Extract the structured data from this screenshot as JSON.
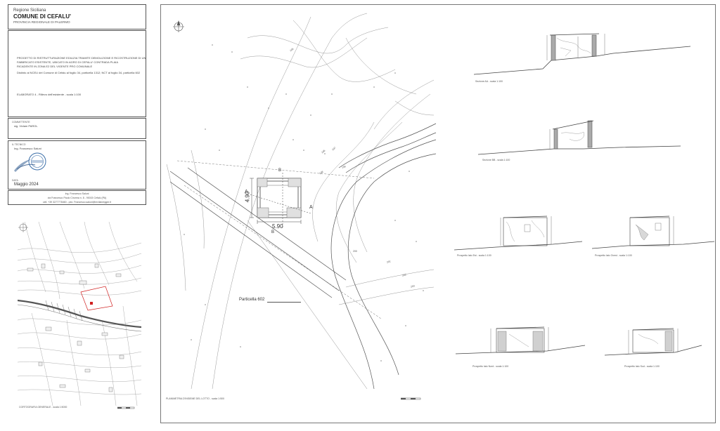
{
  "title_block": {
    "region": "Regione Siciliana",
    "comune": "COMUNE DI CEFALU'",
    "provincia": "PROVINCIA REGIONALE DI PALERMO"
  },
  "project": {
    "line1": "PROGETTO DI RISTRUTTURAZIONE EDILIZIA TRAMITE DEMOLIZIONE E RICOSTRUZIONE DI UN",
    "line2": "FABBRICATO ESISTENTE, UBICATO IN AGRO DI CEFALU' CONTRADA PLAIA",
    "line3": "RICADENTE IN ZONA E2 DEL VIGENTE PRG COMUNALE",
    "cadastre": "Distinto al NCEU del Comune di Cefalu al foglio 34, particella 1312; NCT al foglio 34, particella 602",
    "elaborato": "ELABORATO 4 - Rilievo dell'esistente - scala 1:100"
  },
  "committente": {
    "label": "COMMITTENTE",
    "name": "sig. Vivlam PAROL"
  },
  "tecnico": {
    "label": "IL TECNICO",
    "name": "Ing. Francesco Saluni",
    "data_label": "DATA",
    "date": "Maggio 2024"
  },
  "address": {
    "name": "Ing. Francesco Saluni",
    "line1": "via Francesco Paolo Cirorma n. 8 - 90015 Cefalù (PA)",
    "line2": "cell. +39 3277778460 - pec: Francesco.saluni@mvilanregger.it"
  },
  "maps": {
    "corografia_caption": "CORTOGRAFIA GENERALE - scala 1:5000",
    "planimetria_caption": "PLANIMETRIA D'INSIEME DEL LOTTO - scala 1:500",
    "particella": "Particella 602",
    "dim_w": "5.90",
    "dim_h": "4.90",
    "sec_a": "A",
    "sec_b": "B",
    "contours": [
      "195",
      "196",
      "197",
      "198",
      "199",
      "200",
      "201",
      "202",
      "203"
    ]
  },
  "sections": {
    "aa": "Sezione AA - scala 1:100",
    "bb": "Sezione BB - scala 1:100",
    "ne": "Prospetto lato Est - scala 1:100",
    "ovest": "Prospetto lato Ovest - scala 1:100",
    "nord": "Prospetto lato Nord - scala 1:100",
    "sud": "Prospetto lato Sud - scala 1:100"
  }
}
